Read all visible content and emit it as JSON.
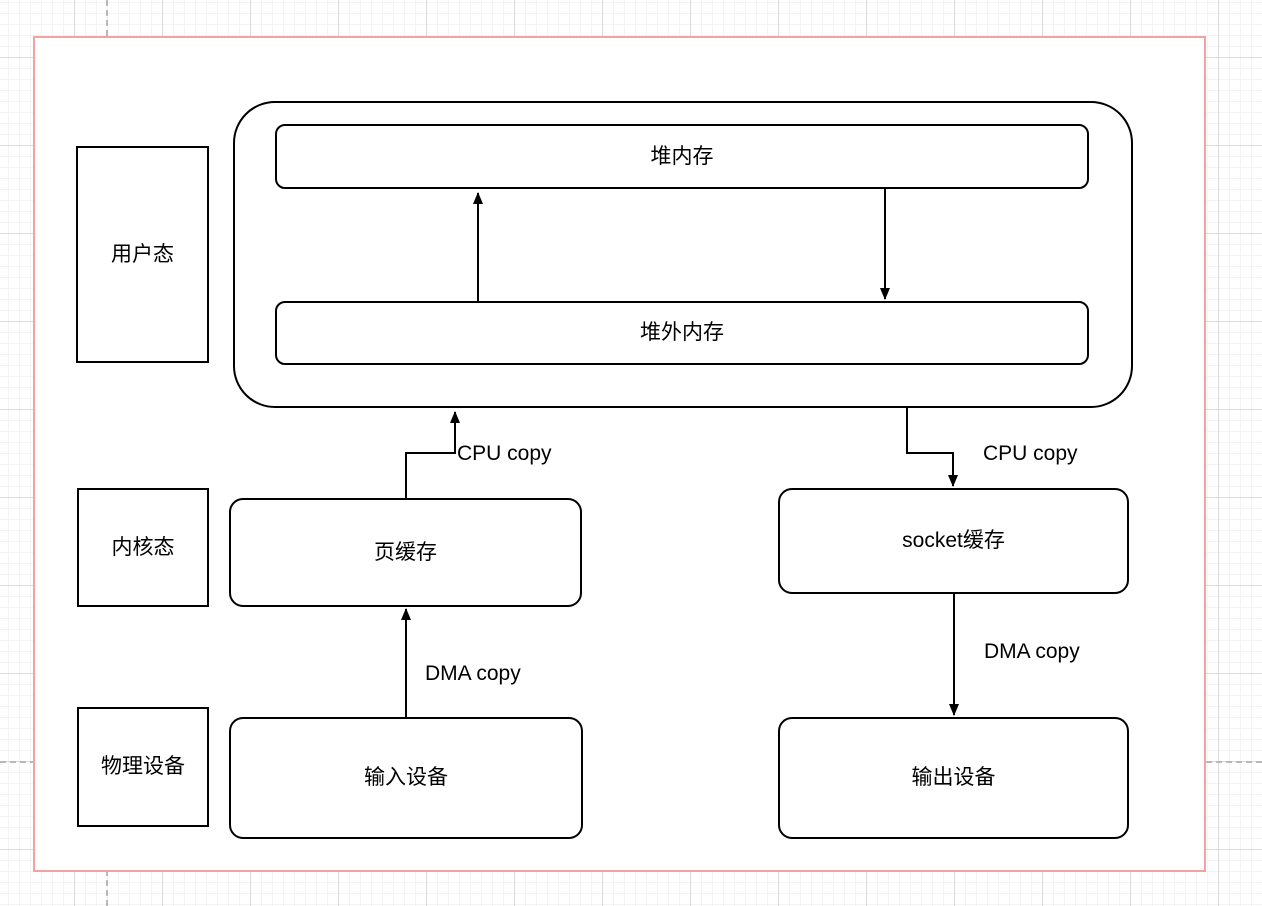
{
  "page": {
    "border_color": "#f4a1a1",
    "background_color": "#ffffff",
    "shape_stroke_color": "#000000",
    "shape_fill_color": "#ffffff"
  },
  "diagram": {
    "layers": [
      {
        "id": "user-mode",
        "label": "用户态"
      },
      {
        "id": "kernel-mode",
        "label": "内核态"
      },
      {
        "id": "physical-device",
        "label": "物理设备"
      }
    ],
    "nodes": [
      {
        "id": "user-space-container",
        "label": ""
      },
      {
        "id": "heap-memory",
        "label": "堆内存"
      },
      {
        "id": "offheap-memory",
        "label": "堆外内存"
      },
      {
        "id": "page-cache",
        "label": "页缓存"
      },
      {
        "id": "socket-cache",
        "label": "socket缓存"
      },
      {
        "id": "input-device",
        "label": "输入设备"
      },
      {
        "id": "output-device",
        "label": "输出设备"
      }
    ],
    "edges": [
      {
        "id": "offheap-to-heap",
        "label": ""
      },
      {
        "id": "heap-to-offheap",
        "label": ""
      },
      {
        "id": "pagecache-to-userspace",
        "label": "CPU copy"
      },
      {
        "id": "userspace-to-socketcache",
        "label": "CPU copy"
      },
      {
        "id": "input-to-pagecache",
        "label": "DMA copy"
      },
      {
        "id": "socketcache-to-output",
        "label": "DMA copy"
      }
    ]
  }
}
